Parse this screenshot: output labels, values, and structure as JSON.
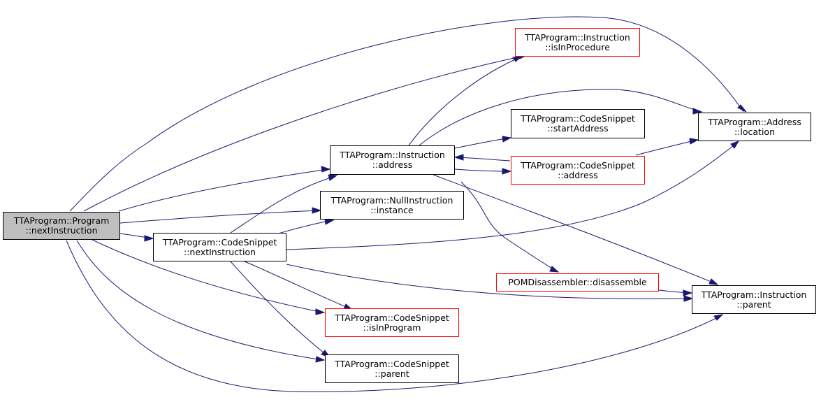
{
  "colors": {
    "edge": "#191970",
    "highlight_border": "#ff0000",
    "root_fill": "#bfbfbf"
  },
  "nodes": {
    "program_nextInstruction": {
      "line1": "TTAProgram::Program",
      "line2": "::nextInstruction"
    },
    "instruction_address": {
      "line1": "TTAProgram::Instruction",
      "line2": "::address"
    },
    "nullinstruction_instance": {
      "line1": "TTAProgram::NullInstruction",
      "line2": "::instance"
    },
    "codesnippet_nextInstruction": {
      "line1": "TTAProgram::CodeSnippet",
      "line2": "::nextInstruction"
    },
    "instruction_isInProcedure": {
      "line1": "TTAProgram::Instruction",
      "line2": "::isInProcedure"
    },
    "codesnippet_startAddress": {
      "line1": "TTAProgram::CodeSnippet",
      "line2": "::startAddress"
    },
    "codesnippet_address": {
      "line1": "TTAProgram::CodeSnippet",
      "line2": "::address"
    },
    "address_location": {
      "line1": "TTAProgram::Address",
      "line2": "::location"
    },
    "pomdisassembler_disassemble": {
      "line1": "POMDisassembler::disassemble"
    },
    "instruction_parent": {
      "line1": "TTAProgram::Instruction",
      "line2": "::parent"
    },
    "codesnippet_isInProgram": {
      "line1": "TTAProgram::CodeSnippet",
      "line2": "::isInProgram"
    },
    "codesnippet_parent": {
      "line1": "TTAProgram::CodeSnippet",
      "line2": "::parent"
    }
  }
}
